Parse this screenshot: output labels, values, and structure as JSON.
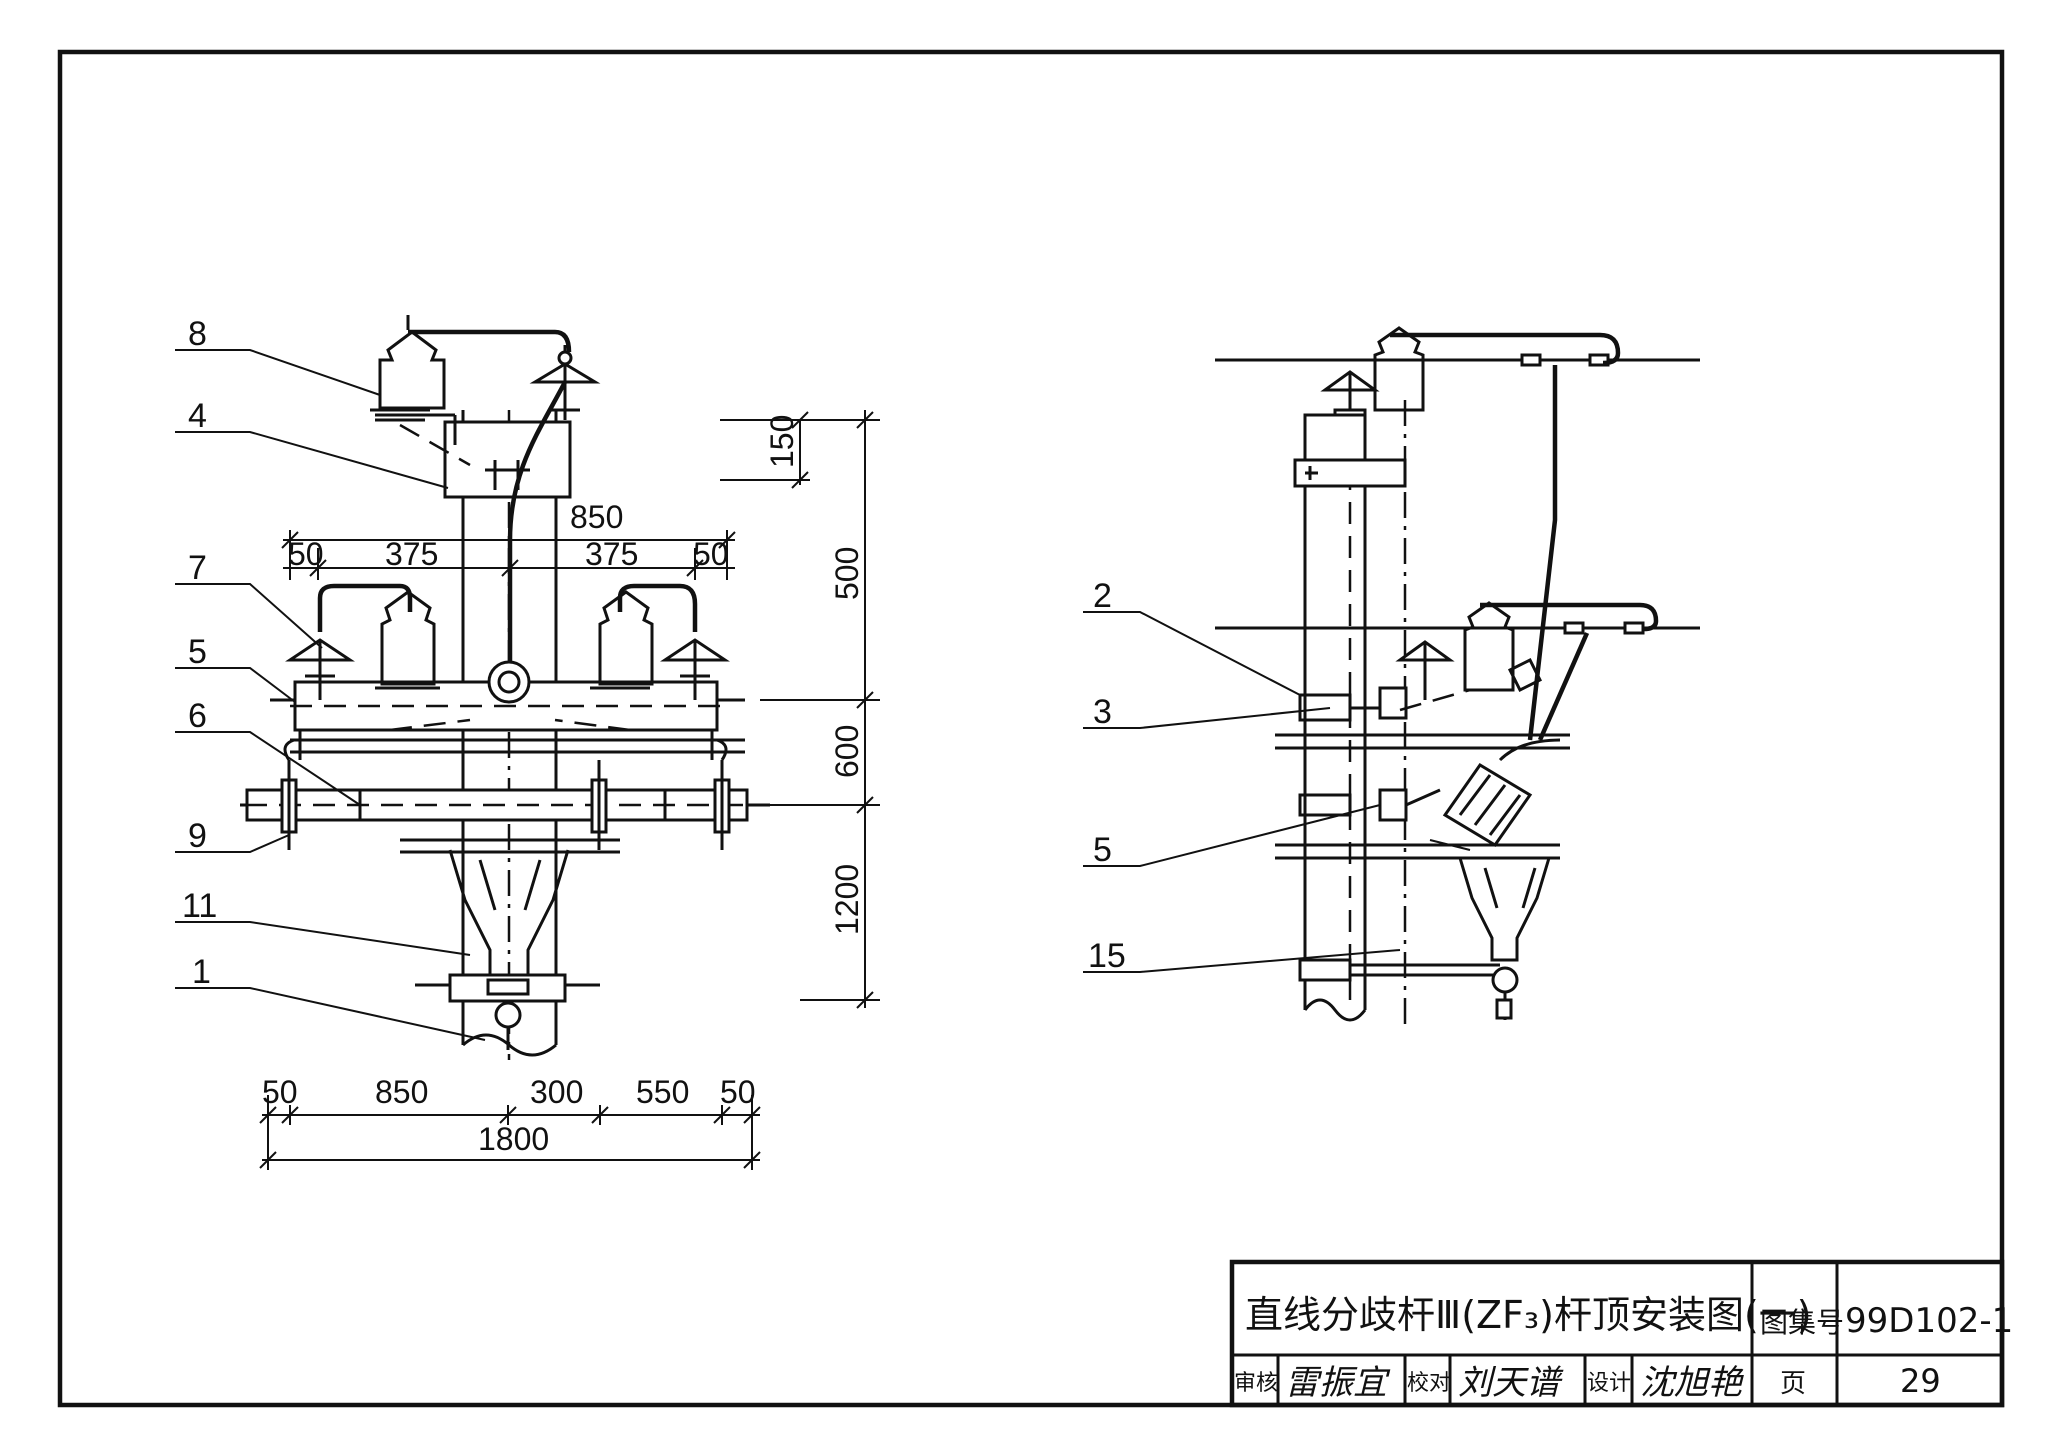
{
  "labels_left": [
    "8",
    "4",
    "7",
    "5",
    "6",
    "9",
    "11",
    "1"
  ],
  "labels_right": [
    "2",
    "3",
    "5",
    "15"
  ],
  "dims_top": [
    "850",
    "50",
    "375",
    "375",
    "50"
  ],
  "dims_vertical": [
    "150",
    "500",
    "600",
    "1200"
  ],
  "dims_bottom": [
    "50",
    "850",
    "300",
    "550",
    "50"
  ],
  "dim_total": "1800",
  "title_block": {
    "title": "直线分歧杆Ⅲ(ZF₃)杆顶安装图(一)",
    "atlas_label": "图集号",
    "atlas_no": "99D102-1",
    "review_label": "审核",
    "review_sig": "雷振宜",
    "check_label": "校对",
    "check_sig": "刘天谱",
    "design_label": "设计",
    "design_sig": "沈旭艳",
    "page_label": "页",
    "page_no": "29"
  }
}
